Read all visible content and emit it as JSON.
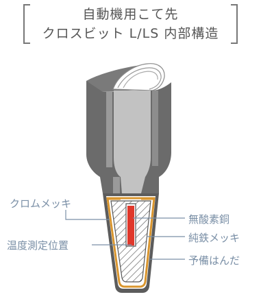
{
  "title": {
    "line1": "自動機用こて先",
    "line2": "クロスビット L/LS 内部構造"
  },
  "labels": {
    "chrome_plating": "クロムメッキ",
    "temp_point": "温度測定位置",
    "oxygen_free_copper": "無酸素銅",
    "pure_iron_plating": "純鉄メッキ",
    "pre_solder": "予備はんだ"
  },
  "colors": {
    "body_dark": "#6b6b6b",
    "body_light": "#bdbdbd",
    "hatch": "#666666",
    "solder": "#d9952e",
    "sensor": "#e0382b",
    "leader": "#7a8fa6",
    "label_text": "#7a8fa6"
  }
}
